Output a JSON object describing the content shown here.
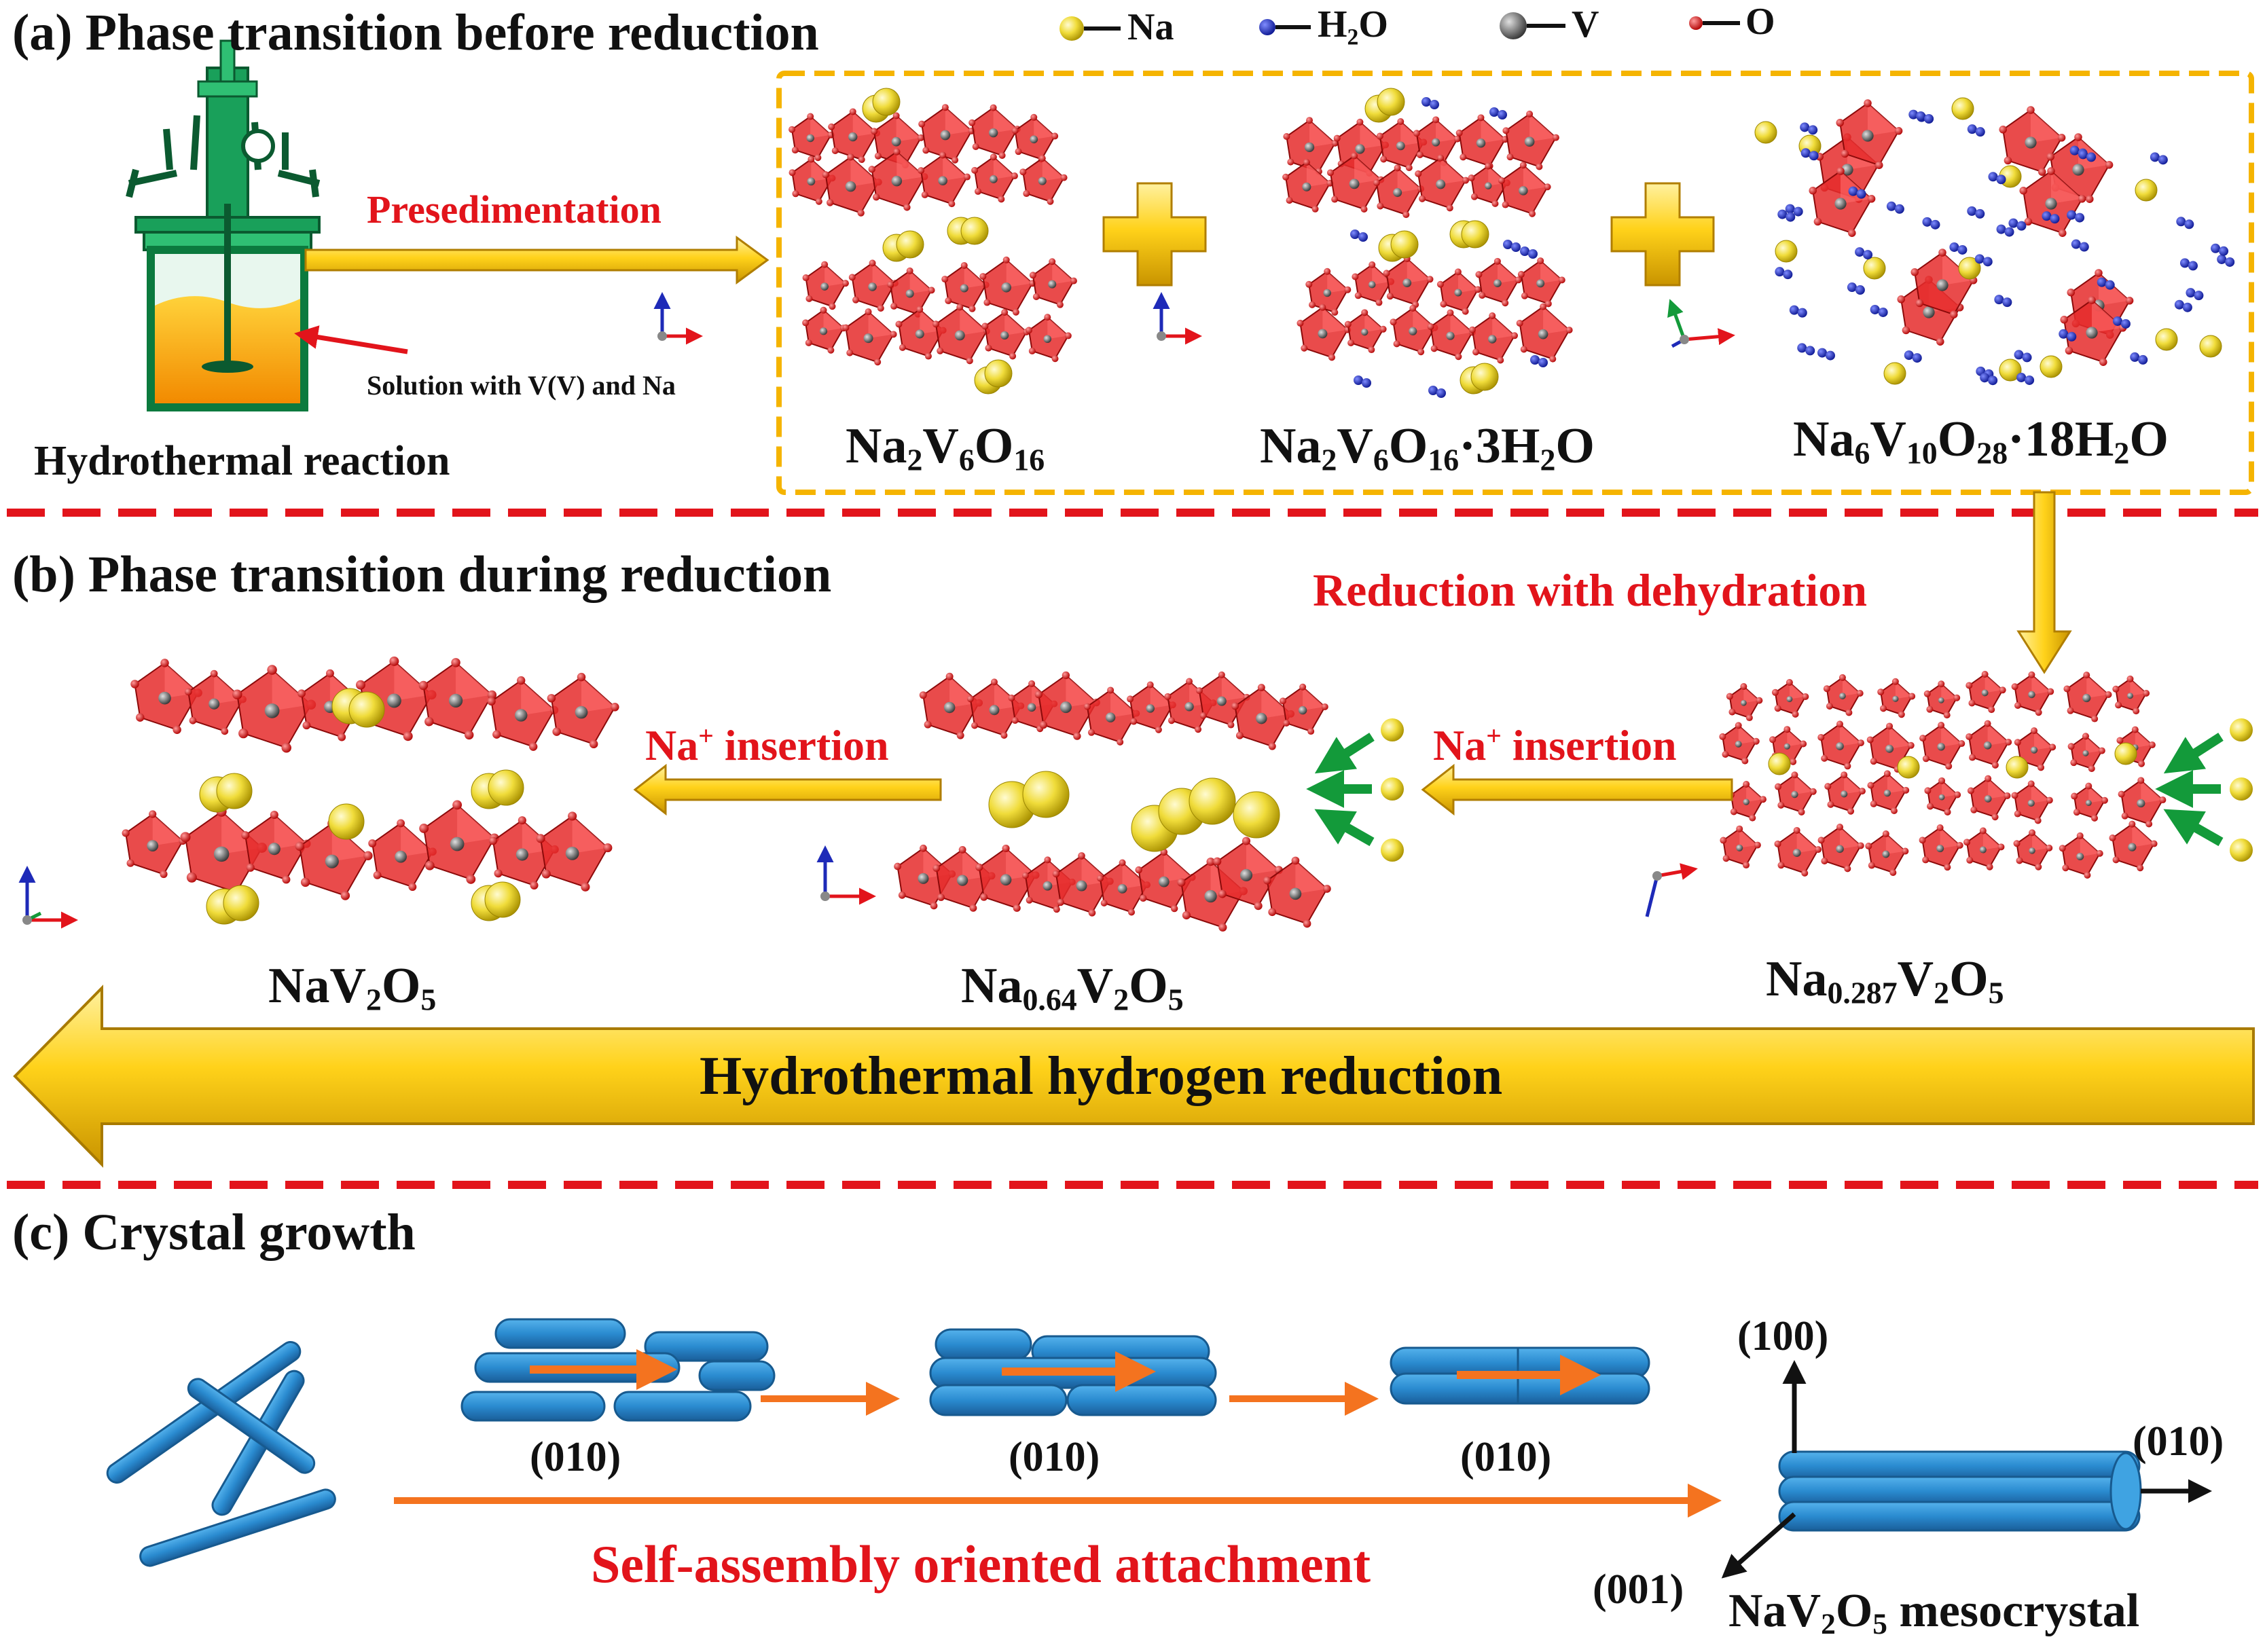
{
  "section_a": {
    "title": "(a) Phase transition before reduction",
    "legend": [
      {
        "symbol": "na-atom",
        "label": "Na"
      },
      {
        "symbol": "h2o-molecule",
        "label": "H₂O"
      },
      {
        "symbol": "v-atom",
        "label": "V"
      },
      {
        "symbol": "o-atom",
        "label": "O"
      }
    ],
    "presedimentation": "Presedimentation",
    "solution_label": "Solution with V(V) and Na",
    "hydrothermal_reaction": "Hydrothermal reaction",
    "phases": [
      "Na₂V₆O₁₆",
      "Na₂V₆O₁₆·3H₂O",
      "Na₆V₁₀O₂₈·18H₂O"
    ]
  },
  "section_b": {
    "title": "(b) Phase transition during reduction",
    "reduction_label": "Reduction with dehydration",
    "insertion_left": "Na⁺ insertion",
    "insertion_right": "Na⁺ insertion",
    "phases": [
      "NaV₂O₅",
      "Na₀.₆₄V₂O₅",
      "Na₀.₂₈₇V₂O₅"
    ],
    "big_arrow": "Hydrothermal hydrogen reduction"
  },
  "section_c": {
    "title": "(c) Crystal growth",
    "facet_labels": [
      "(010)",
      "(010)",
      "(010)"
    ],
    "self_assembly": "Self-assembly oriented attachment",
    "axis_100": "(100)",
    "axis_010": "(010)",
    "axis_001": "(001)",
    "mesocrystal": "NaV₂O₅ mesocrystal"
  },
  "colors": {
    "red_text": "#e2141b",
    "gold_arrow": "#f2c200",
    "orange_arrow": "#f4731f",
    "rod_blue": "#2a8bd0",
    "polyhedra_red": "#e52b2b",
    "na_yellow": "#f0dc3a",
    "h2o_blue": "#1e2ab8",
    "dash_red": "#e2141b"
  }
}
